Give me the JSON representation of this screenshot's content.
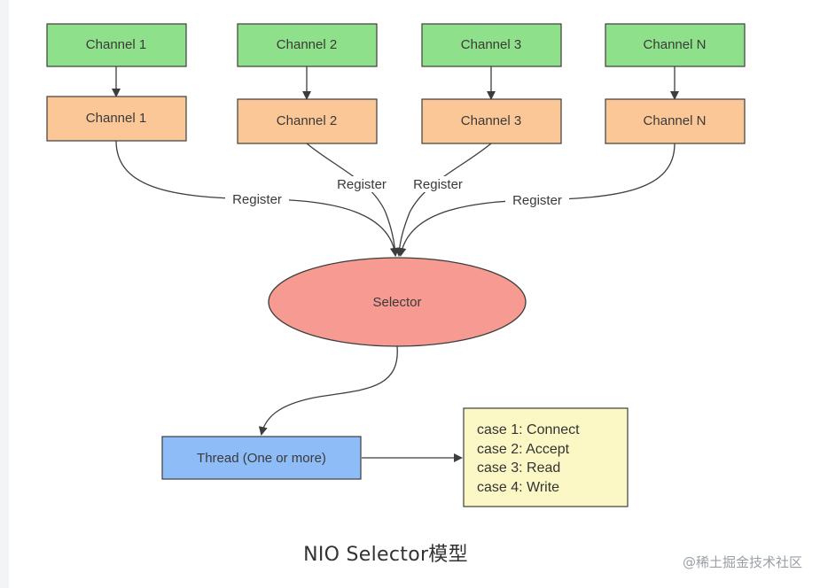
{
  "diagram": {
    "channels_top": [
      {
        "label": "Channel 1"
      },
      {
        "label": "Channel 2"
      },
      {
        "label": "Channel 3"
      },
      {
        "label": "Channel N"
      }
    ],
    "channels_registered": [
      {
        "label": "Channel 1"
      },
      {
        "label": "Channel 2"
      },
      {
        "label": "Channel 3"
      },
      {
        "label": "Channel N"
      }
    ],
    "register_labels": [
      "Register",
      "Register",
      "Register",
      "Register"
    ],
    "selector_label": "Selector",
    "thread_label": "Thread (One or more)",
    "cases": [
      "case 1:  Connect",
      "case 2:  Accept",
      "case 3:  Read",
      "case 4:  Write"
    ],
    "caption": "NIO Selector模型",
    "colors": {
      "channel_green": "#8fe08a",
      "channel_orange": "#fbc797",
      "selector_red": "#f79a92",
      "thread_blue": "#8ebcf7",
      "case_yellow": "#fcf8c6",
      "stroke": "#3d3d3d"
    }
  },
  "watermark": "@稀土掘金技术社区"
}
